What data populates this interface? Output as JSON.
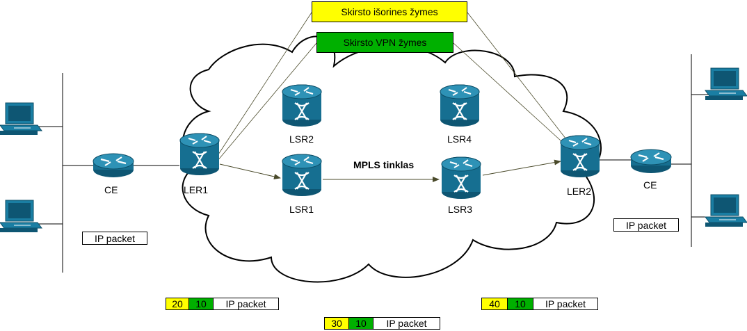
{
  "nodes": {
    "ce_left": "CE",
    "ler1": "LER1",
    "lsr1": "LSR1",
    "lsr2": "LSR2",
    "lsr3": "LSR3",
    "lsr4": "LSR4",
    "ler2": "LER2",
    "ce_right": "CE"
  },
  "network_label": "MPLS tinklas",
  "callouts": {
    "outer_label": "Skirsto išorines žymes",
    "vpn_label": "Skirsto VPN žymes"
  },
  "packets": {
    "left_plain": "IP packet",
    "right_plain": "IP packet",
    "stack1": {
      "outer": "20",
      "vpn": "10",
      "payload": "IP packet"
    },
    "stack2": {
      "outer": "30",
      "vpn": "10",
      "payload": "IP packet"
    },
    "stack3": {
      "outer": "40",
      "vpn": "10",
      "payload": "IP packet"
    }
  },
  "colors": {
    "router": "#1a6f8f",
    "outer_label": "#ffff00",
    "vpn_label": "#00b000",
    "link": "#4a4a2a"
  }
}
